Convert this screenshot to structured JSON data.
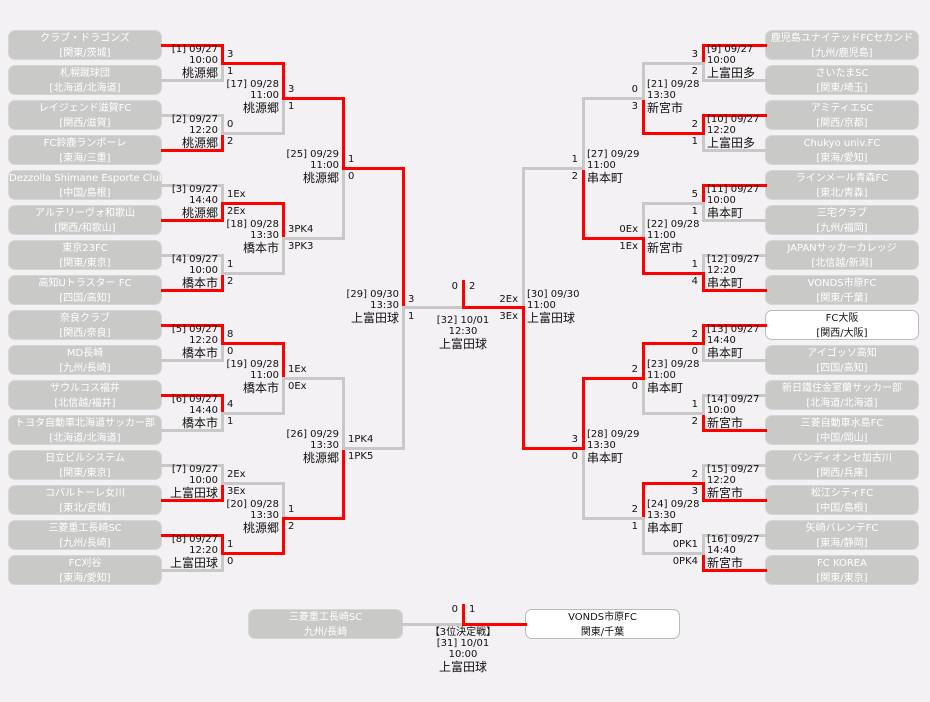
{
  "colors": {
    "winner_line": "#ff0000",
    "loser_line": "#c8c8c8",
    "team_box": "#c9c9c7",
    "background": "#f3f1f3"
  },
  "left": {
    "teams": [
      {
        "name": "クラブ・ドラゴンズ",
        "region": "[関東/茨城]"
      },
      {
        "name": "札幌蹴球団",
        "region": "[北海道/北海道]"
      },
      {
        "name": "レイジェンド滋賀FC",
        "region": "[関西/滋賀]"
      },
      {
        "name": "FC鈴鹿ランポーレ",
        "region": "[東海/三重]"
      },
      {
        "name": "Dezzolla Shimane Esporte Clube",
        "region": "[中国/島根]"
      },
      {
        "name": "アルテリーヴォ和歌山",
        "region": "[関西/和歌山]"
      },
      {
        "name": "東京23FC",
        "region": "[関東/東京]"
      },
      {
        "name": "高知Uトラスター FC",
        "region": "[四国/高知]"
      },
      {
        "name": "奈良クラブ",
        "region": "[関西/奈良]"
      },
      {
        "name": "MD長崎",
        "region": "[九州/長崎]"
      },
      {
        "name": "サウルコス福井",
        "region": "[北信越/福井]"
      },
      {
        "name": "トヨタ自動車北海道サッカー部",
        "region": "[北海道/北海道]"
      },
      {
        "name": "日立ビルシステム",
        "region": "[関東/東京]"
      },
      {
        "name": "コバルトーレ女川",
        "region": "[東北/宮城]"
      },
      {
        "name": "三菱重工長崎SC",
        "region": "[九州/長崎]"
      },
      {
        "name": "FC刈谷",
        "region": "[東海/愛知]"
      }
    ],
    "rounds": [
      [
        {
          "label": "[1] 09/27",
          "time": "10:00",
          "venue": "桃源郷",
          "score_top": "3",
          "score_bottom": "1",
          "winner": "top"
        },
        {
          "label": "[2] 09/27",
          "time": "12:20",
          "venue": "桃源郷",
          "score_top": "0",
          "score_bottom": "2",
          "winner": "bottom"
        },
        {
          "label": "[3] 09/27",
          "time": "14:40",
          "venue": "桃源郷",
          "score_top": "1Ex",
          "score_bottom": "2Ex",
          "winner": "bottom"
        },
        {
          "label": "[4] 09/27",
          "time": "10:00",
          "venue": "橋本市",
          "score_top": "1",
          "score_bottom": "2",
          "winner": "bottom"
        },
        {
          "label": "[5] 09/27",
          "time": "12:20",
          "venue": "橋本市",
          "score_top": "8",
          "score_bottom": "0",
          "winner": "top"
        },
        {
          "label": "[6] 09/27",
          "time": "14:40",
          "venue": "橋本市",
          "score_top": "4",
          "score_bottom": "1",
          "winner": "top"
        },
        {
          "label": "[7] 09/27",
          "time": "10:00",
          "venue": "上富田球",
          "score_top": "2Ex",
          "score_bottom": "3Ex",
          "winner": "bottom"
        },
        {
          "label": "[8] 09/27",
          "time": "12:20",
          "venue": "上富田球",
          "score_top": "1",
          "score_bottom": "0",
          "winner": "top"
        }
      ],
      [
        {
          "label": "[17] 09/28",
          "time": "11:00",
          "venue": "桃源郷",
          "score_top": "3",
          "score_bottom": "1",
          "winner": "top"
        },
        {
          "label": "[18] 09/28",
          "time": "13:30",
          "venue": "橋本市",
          "score_top": "3PK4",
          "score_bottom": "3PK3",
          "winner": "top"
        },
        {
          "label": "[19] 09/28",
          "time": "11:00",
          "venue": "橋本市",
          "score_top": "1Ex",
          "score_bottom": "0Ex",
          "winner": "top"
        },
        {
          "label": "[20] 09/28",
          "time": "13:30",
          "venue": "桃源郷",
          "score_top": "1",
          "score_bottom": "2",
          "winner": "bottom"
        }
      ],
      [
        {
          "label": "[25] 09/29",
          "time": "11:00",
          "venue": "桃源郷",
          "score_top": "1",
          "score_bottom": "0",
          "winner": "top"
        },
        {
          "label": "[26] 09/29",
          "time": "13:30",
          "venue": "桃源郷",
          "score_top": "1PK4",
          "score_bottom": "1PK5",
          "winner": "bottom"
        }
      ],
      [
        {
          "label": "[29] 09/30",
          "time": "13:30",
          "venue": "上富田球",
          "score_top": "3",
          "score_bottom": "1",
          "winner": "top"
        }
      ]
    ]
  },
  "right": {
    "teams": [
      {
        "name": "鹿児島ユナイテッドFCセカンド",
        "region": "[九州/鹿児島]"
      },
      {
        "name": "さいたまSC",
        "region": "[関東/埼玉]"
      },
      {
        "name": "アミティエSC",
        "region": "[関西/京都]"
      },
      {
        "name": "Chukyo univ.FC",
        "region": "[東海/愛知]"
      },
      {
        "name": "ラインメール青森FC",
        "region": "[東北/青森]"
      },
      {
        "name": "三宅クラブ",
        "region": "[九州/福岡]"
      },
      {
        "name": "JAPANサッカーカレッジ",
        "region": "[北信越/新潟]"
      },
      {
        "name": "VONDS市原FC",
        "region": "[関東/千葉]"
      },
      {
        "name": "FC大阪",
        "region": "[関西/大阪]",
        "champion": true
      },
      {
        "name": "アイゴッソ高知",
        "region": "[四国/高知]"
      },
      {
        "name": "新日鐵住金室蘭サッカー部",
        "region": "[北海道/北海道]"
      },
      {
        "name": "三菱自動車水島FC",
        "region": "[中国/岡山]"
      },
      {
        "name": "バンディオンセ加古川",
        "region": "[関西/兵庫]"
      },
      {
        "name": "松江シティFC",
        "region": "[中国/島根]"
      },
      {
        "name": "矢崎バレンテFC",
        "region": "[東海/静岡]"
      },
      {
        "name": "FC KOREA",
        "region": "[関東/東京]"
      }
    ],
    "rounds": [
      [
        {
          "label": "[9] 09/27",
          "time": "10:00",
          "venue": "上富田多",
          "score_top": "3",
          "score_bottom": "2",
          "winner": "top"
        },
        {
          "label": "[10] 09/27",
          "time": "12:20",
          "venue": "上富田多",
          "score_top": "2",
          "score_bottom": "1",
          "winner": "top"
        },
        {
          "label": "[11] 09/27",
          "time": "10:00",
          "venue": "串本町",
          "score_top": "5",
          "score_bottom": "1",
          "winner": "top"
        },
        {
          "label": "[12] 09/27",
          "time": "12:20",
          "venue": "串本町",
          "score_top": "1",
          "score_bottom": "4",
          "winner": "bottom"
        },
        {
          "label": "[13] 09/27",
          "time": "14:40",
          "venue": "串本町",
          "score_top": "2",
          "score_bottom": "0",
          "winner": "top"
        },
        {
          "label": "[14] 09/27",
          "time": "10:00",
          "venue": "新宮市",
          "score_top": "1",
          "score_bottom": "2",
          "winner": "bottom"
        },
        {
          "label": "[15] 09/27",
          "time": "12:20",
          "venue": "新宮市",
          "score_top": "2",
          "score_bottom": "3",
          "winner": "bottom"
        },
        {
          "label": "[16] 09/27",
          "time": "14:40",
          "venue": "新宮市",
          "score_top": "0PK1",
          "score_bottom": "0PK4",
          "winner": "bottom"
        }
      ],
      [
        {
          "label": "[21] 09/28",
          "time": "13:30",
          "venue": "新宮市",
          "score_top": "0",
          "score_bottom": "3",
          "winner": "bottom"
        },
        {
          "label": "[22] 09/28",
          "time": "11:00",
          "venue": "新宮市",
          "score_top": "0Ex",
          "score_bottom": "1Ex",
          "winner": "bottom"
        },
        {
          "label": "[23] 09/28",
          "time": "11:00",
          "venue": "串本町",
          "score_top": "2",
          "score_bottom": "0",
          "winner": "top"
        },
        {
          "label": "[24] 09/28",
          "time": "13:30",
          "venue": "串本町",
          "score_top": "2",
          "score_bottom": "1",
          "winner": "top"
        }
      ],
      [
        {
          "label": "[27] 09/29",
          "time": "11:00",
          "venue": "串本町",
          "score_top": "1",
          "score_bottom": "2",
          "winner": "bottom"
        },
        {
          "label": "[28] 09/29",
          "time": "13:30",
          "venue": "串本町",
          "score_top": "3",
          "score_bottom": "0",
          "winner": "top"
        }
      ],
      [
        {
          "label": "[30] 09/30",
          "time": "11:00",
          "venue": "上富田球",
          "score_top": "2Ex",
          "score_bottom": "3Ex",
          "winner": "bottom"
        }
      ]
    ]
  },
  "final": {
    "label": "[32] 10/01",
    "time": "12:30",
    "venue": "上富田球",
    "score_left": "0",
    "score_right": "2",
    "winner": "right"
  },
  "third_place": {
    "title": "【3位決定戦】",
    "label": "[31] 10/01",
    "time": "10:00",
    "venue": "上富田球",
    "score_left": "0",
    "score_right": "1",
    "winner": "right",
    "left_team": {
      "name": "三菱重工長崎SC",
      "region": "九州/長崎"
    },
    "right_team": {
      "name": "VONDS市原FC",
      "region": "関東/千葉"
    }
  }
}
